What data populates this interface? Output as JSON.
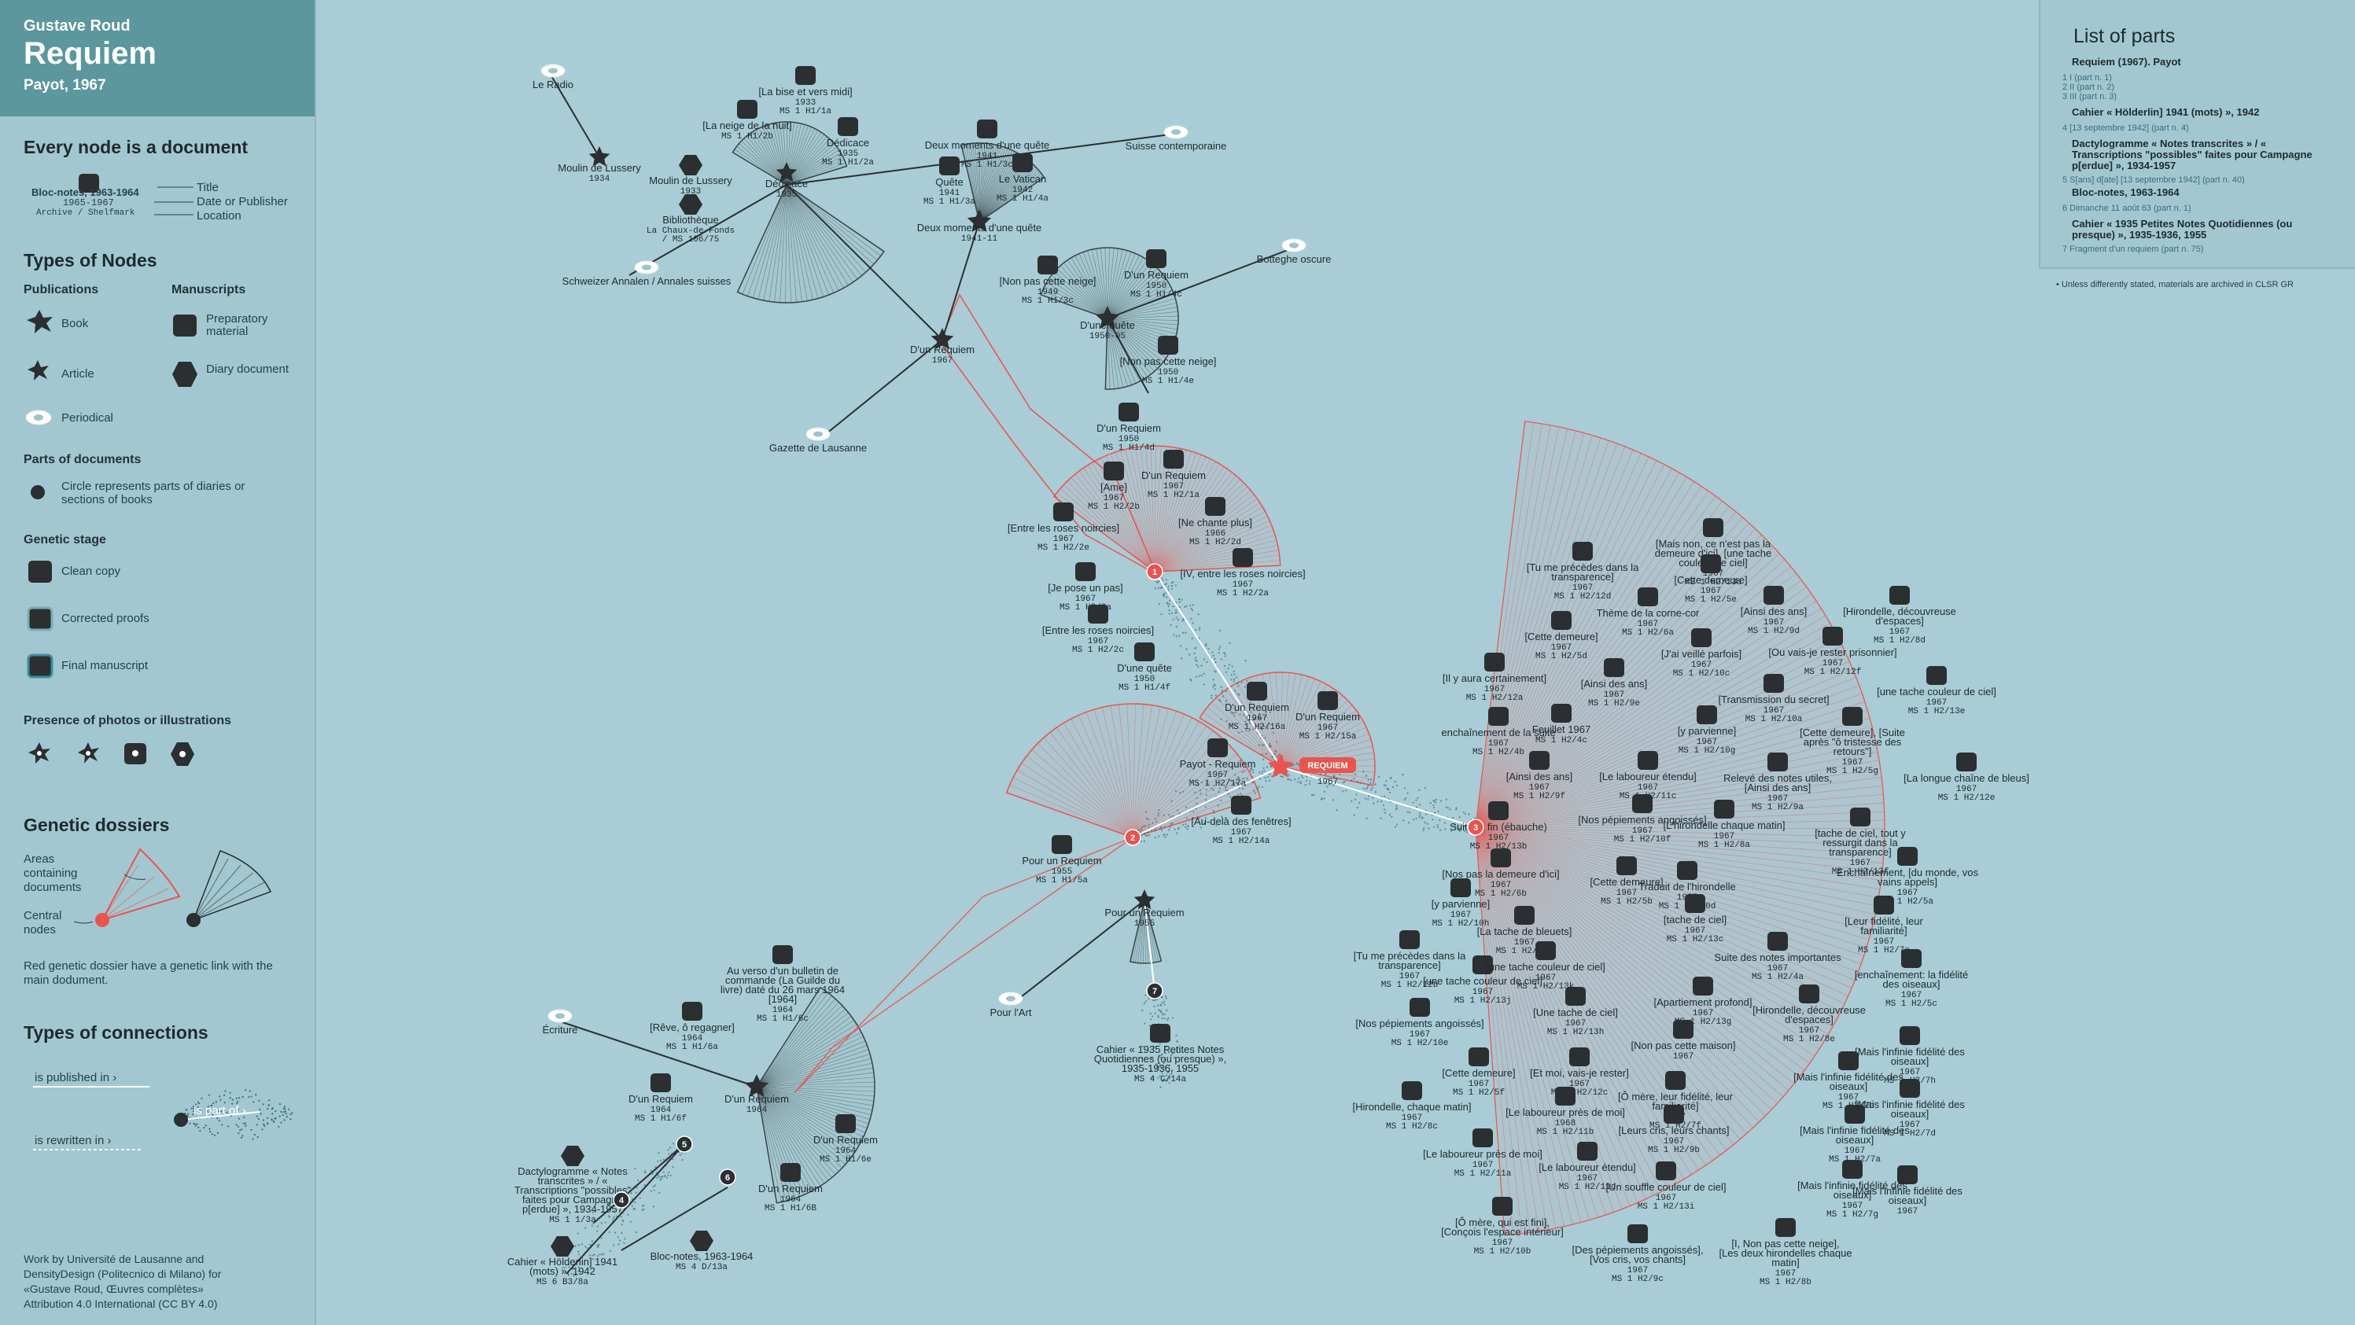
{
  "header": {
    "author": "Gustave Roud",
    "title": "Requiem",
    "publisher": "Payot, 1967"
  },
  "legend": {
    "node_heading": "Every node is a document",
    "sample": {
      "title": "Bloc-notes, 1963-1964",
      "date": "1965-1967",
      "location": "Archive / Shelfmark"
    },
    "node_keys": {
      "title": "Title",
      "date": "Date or Publisher",
      "location": "Location"
    },
    "types_heading": "Types of Nodes",
    "publications": "Publications",
    "manuscripts": "Manuscripts",
    "book": "Book",
    "article": "Article",
    "periodical": "Periodical",
    "preparatory": "Preparatory material",
    "diary": "Diary document",
    "parts_heading": "Parts of documents",
    "parts_desc": "Circle represents parts of diaries or sections of books",
    "genetic_heading": "Genetic stage",
    "clean": "Clean copy",
    "corrected": "Corrected proofs",
    "final": "Final manuscript",
    "photos_heading": "Presence of photos or illustrations",
    "dossiers_heading": "Genetic dossiers",
    "areas": "Areas containing documents",
    "central": "Central nodes",
    "red_note": "Red genetic dossier have a genetic link with the main dodument.",
    "connections_heading": "Types of connections",
    "published_in": "is published in ›",
    "rewritten_in": "is rewritten in ›",
    "part_of": "is part of ›",
    "credit": [
      "Work by Université de Lausanne and",
      "DensityDesign (Politecnico di Milano) for",
      "«Gustave Roud, Œuvres complètes»",
      "Attribution 4.0 International (CC BY 4.0)"
    ]
  },
  "parts": {
    "heading": "List of parts",
    "groups": [
      {
        "title": "Requiem (1967). Payot",
        "lines": [
          "1  I (part n. 1)",
          "2  II (part n. 2)",
          "3  III (part n. 3)"
        ]
      },
      {
        "title": "Cahier « Hölderlin] 1941 (mots) », 1942",
        "lines": [
          "4  [13 septembre 1942] (part n. 4)"
        ]
      },
      {
        "title": "Dactylogramme « Notes transcrites » / « Transcriptions \"possibles\" faites pour Campagne p[erdue] », 1934-1957",
        "lines": [
          "5  S[ans] d[ate] [13 septembre 1942] (part n. 40)"
        ]
      },
      {
        "title": "Bloc-notes, 1963-1964",
        "lines": [
          "6  Dimanche 11 août 63 (part n. 1)"
        ]
      },
      {
        "title": "Cahier « 1935 Petites Notes Quotidiennes (ou presque) », 1935-1936, 1955",
        "lines": [
          "7  Fragment d'un requiem (part n. 75)"
        ]
      }
    ],
    "note": "•   Unless differently stated, materials are archived in CLSR GR"
  },
  "colors": {
    "bg": "#a9ccd6",
    "sidebar": "#a2c7d1",
    "title_bg": "#5b979d",
    "accent": "#e8554e",
    "node": "#2b2f31",
    "fan": "#3a4448"
  },
  "diagram": {
    "clusters": [
      {
        "label": "Moulin de Lussery",
        "date": "1934",
        "kind": "book-star"
      },
      {
        "label": "Dédicace",
        "date": "1935",
        "kind": "book-star"
      },
      {
        "label": "Deux moments d'une quête",
        "date": "1941-11",
        "kind": "book-star"
      },
      {
        "label": "D'une quête",
        "date": "1950-05",
        "kind": "book-star"
      },
      {
        "label": "D'un Requiem",
        "date": "1967",
        "kind": "book-star"
      },
      {
        "label": "REQUIEM",
        "date": "1967",
        "kind": "main"
      },
      {
        "label": "Pour un Requiem",
        "date": "1955",
        "kind": "book-star"
      },
      {
        "label": "D'un Requiem",
        "date": "1964",
        "kind": "book-star"
      }
    ],
    "periodicals": [
      "Le Radio",
      "Suisse contemporaine",
      "Botteghe oscure",
      "Schweizer Annalen / Annales suisses",
      "Gazette de Lausanne",
      "Pour l'Art",
      "Écriture"
    ],
    "docs": [
      {
        "t": "[La bise et vers midi]",
        "d": "1933",
        "m": "MS 1 H1/1a"
      },
      {
        "t": "[La neige de la nuit]",
        "d": "",
        "m": "MS 1 H1/2b"
      },
      {
        "t": "Dédicace",
        "d": "1935",
        "m": "MS 1 H1/2a"
      },
      {
        "t": "Moulin de Lussery",
        "d": "1933",
        "m": ""
      },
      {
        "t": "Bibliothèque",
        "d": "La Chaux-de-Fonds",
        "m": "/ MS 106/75"
      },
      {
        "t": "Deux moments d'une quête",
        "d": "1941",
        "m": "MS 1 H1/3c"
      },
      {
        "t": "Quête",
        "d": "1941",
        "m": "MS 1 H1/3a"
      },
      {
        "t": "Le Vatican",
        "d": "1942",
        "m": "MS 1 H1/4a"
      },
      {
        "t": "[Non pas cette neige]",
        "d": "1949",
        "m": "MS 1 H1/3c"
      },
      {
        "t": "D'un Requiem",
        "d": "1950",
        "m": "MS 1 H1/4c"
      },
      {
        "t": "[Non pas cette neige]",
        "d": "1950",
        "m": "MS 1 H1/4e"
      },
      {
        "t": "D'un Requiem",
        "d": "1950",
        "m": "MS 1 H1/4d"
      },
      {
        "t": "D'un Requiem",
        "d": "1967",
        "m": "MS 1 H2/1a"
      },
      {
        "t": "[Ame]",
        "d": "1967",
        "m": "MS 1 H2/2b"
      },
      {
        "t": "[Ne chante plus]",
        "d": "1966",
        "m": "MS 1 H2/2d"
      },
      {
        "t": "[Entre les roses noircies]",
        "d": "1967",
        "m": "MS 1 H2/2e"
      },
      {
        "t": "[IV, entre les roses noircies]",
        "d": "1967",
        "m": "MS 1 H2/2a"
      },
      {
        "t": "[Je pose un pas]",
        "d": "1967",
        "m": "MS 1 H2/3a"
      },
      {
        "t": "[Entre les roses noircies]",
        "d": "1967",
        "m": "MS 1 H2/2c"
      },
      {
        "t": "D'une quête",
        "d": "1950",
        "m": "MS 1 H1/4f"
      },
      {
        "t": "D'un Requiem",
        "d": "1967",
        "m": "MS 1 H2/16a"
      },
      {
        "t": "D'un Requiem",
        "d": "1967",
        "m": "MS 1 H2/15a"
      },
      {
        "t": "Payot - Requiem",
        "d": "1967",
        "m": "MS 1 H2/17a"
      },
      {
        "t": "[Au-delà des fenêtres]",
        "d": "1967",
        "m": "MS 1 H2/14a"
      },
      {
        "t": "Pour un Requiem",
        "d": "1955",
        "m": "MS 1 H1/5a"
      },
      {
        "t": "Cahier « 1935 Petites Notes Quotidiennes (ou presque) », 1935-1936, 1955",
        "d": "",
        "m": "MS 4 C/14a"
      },
      {
        "t": "Au verso d'un bulletin de commande (La Guilde du livre) daté du 26 mars 1964 [1964]",
        "d": "1964",
        "m": "MS 1 H1/6c"
      },
      {
        "t": "[Rêve, ô regagner]",
        "d": "1964",
        "m": "MS 1 H1/6a"
      },
      {
        "t": "D'un Requiem",
        "d": "1964",
        "m": "MS 1 H1/6f"
      },
      {
        "t": "D'un Requiem",
        "d": "1964",
        "m": "MS 1 H1/6e"
      },
      {
        "t": "D'un Requiem",
        "d": "1964",
        "m": "MS 1 H1/6B"
      },
      {
        "t": "Dactylogramme « Notes transcrites » / « Transcriptions \"possibles\" faites pour Campagne p[erdue] », 1934-1957",
        "d": "",
        "m": "MS 1 1/3a"
      },
      {
        "t": "Cahier « Hölderlin] 1941 (mots) », 1942",
        "d": "",
        "m": "MS 6 B3/8a"
      },
      {
        "t": "Bloc-notes, 1963-1964",
        "d": "",
        "m": "MS 4 D/13a"
      },
      {
        "t": "[Mais non, ce n'est pas la demeure d'ici], [une tache couleur de ciel]",
        "d": "1967",
        "m": "MS 1 H2/13a"
      },
      {
        "t": "[Tu me précèdes dans la transparence]",
        "d": "1967",
        "m": "MS 1 H2/12d"
      },
      {
        "t": "[Cette demeure]",
        "d": "1967",
        "m": "MS 1 H2/5e"
      },
      {
        "t": "Thème de la corne-cor",
        "d": "1967",
        "m": "MS 1 H2/6a"
      },
      {
        "t": "[Ainsi des ans]",
        "d": "1967",
        "m": "MS 1 H2/9d"
      },
      {
        "t": "[Hirondelle, découvreuse d'espaces]",
        "d": "1967",
        "m": "MS 1 H2/8d"
      },
      {
        "t": "[Cette demeure]",
        "d": "1967",
        "m": "MS 1 H2/5d"
      },
      {
        "t": "[J'ai veillé parfois]",
        "d": "1967",
        "m": "MS 1 H2/10c"
      },
      {
        "t": "[Ou vais-je rester prisonnier]",
        "d": "1967",
        "m": "MS 1 H2/12f"
      },
      {
        "t": "[Il y aura certainement]",
        "d": "1967",
        "m": "MS 1 H2/12a"
      },
      {
        "t": "[Ainsi des ans]",
        "d": "1967",
        "m": "MS 1 H2/9e"
      },
      {
        "t": "[Transmission du secret]",
        "d": "1967",
        "m": "MS 1 H2/10a"
      },
      {
        "t": "[une tache couleur de ciel]",
        "d": "1967",
        "m": "MS 1 H2/13e"
      },
      {
        "t": "enchaînement de la suite",
        "d": "1967",
        "m": "MS 1 H2/4b"
      },
      {
        "t": "Feuillet 1967",
        "d": "",
        "m": "MS 1 H2/4c"
      },
      {
        "t": "[y parvienne]",
        "d": "1967",
        "m": "MS 1 H2/10g"
      },
      {
        "t": "[Cette demeure], [Suite après \"ô tristesse des retours\"]",
        "d": "1967",
        "m": "MS 1 H2/5g"
      },
      {
        "t": "[Ainsi des ans]",
        "d": "1967",
        "m": "MS 1 H2/9f"
      },
      {
        "t": "[Le laboureur étendu]",
        "d": "1967",
        "m": "MS 1 H2/11c"
      },
      {
        "t": "Relevé des notes utiles, [Ainsi des ans]",
        "d": "1967",
        "m": "MS 1 H2/9a"
      },
      {
        "t": "[La longue chaîne de bleus]",
        "d": "1967",
        "m": "MS 1 H2/12e"
      },
      {
        "t": "Suite et fin (ébauche)",
        "d": "1967",
        "m": "MS 1 H2/13b"
      },
      {
        "t": "[Nos pépiements angoissés]",
        "d": "1967",
        "m": "MS 1 H2/10f"
      },
      {
        "t": "[L'hirondelle chaque matin]",
        "d": "1967",
        "m": "MS 1 H2/8a"
      },
      {
        "t": "[tache de ciel, tout y ressurgit dans la transparence]",
        "d": "1967",
        "m": "MS 1 H2/13f"
      },
      {
        "t": "[Nos pas la demeure d'ici]",
        "d": "1967",
        "m": "MS 1 H2/6b"
      },
      {
        "t": "[Cette demeure]",
        "d": "1967",
        "m": "MS 1 H2/5b"
      },
      {
        "t": "Traduit de l'hirondelle",
        "d": "1967",
        "m": "MS 1 H2/10d"
      },
      {
        "t": "Enchaînement, [du monde, vos vains appels]",
        "d": "1967",
        "m": "MS 1 H2/5a"
      },
      {
        "t": "[y parvienne]",
        "d": "1967",
        "m": "MS 1 H2/10h"
      },
      {
        "t": "[tache de ciel]",
        "d": "1967",
        "m": "MS 1 H2/13c"
      },
      {
        "t": "[Leur fidélité, leur familiarité]",
        "d": "1967",
        "m": "MS 1 H2/7e"
      },
      {
        "t": "[La tache de bleuets]",
        "d": "1967",
        "m": "MS 1 H2/13d"
      },
      {
        "t": "[Tu me précèdes dans la transparence]",
        "d": "1967",
        "m": "MS 1 H2/12b"
      },
      {
        "t": "[une tache couleur de ciel]",
        "d": "1967",
        "m": "MS 1 H2/13j"
      },
      {
        "t": "[une tache couleur de ciel]",
        "d": "1967",
        "m": "MS 1 H2/13k"
      },
      {
        "t": "Suite des notes importantes",
        "d": "1967",
        "m": "MS 1 H2/4a"
      },
      {
        "t": "[enchaînement: la fidélité des oiseaux]",
        "d": "1967",
        "m": "MS 1 H2/5c"
      },
      {
        "t": "[Une tache de ciel]",
        "d": "1967",
        "m": "MS 1 H2/13h"
      },
      {
        "t": "[Apartiement profond]",
        "d": "1967",
        "m": "MS 1 H2/13g"
      },
      {
        "t": "[Hirondelle, découvreuse d'espaces]",
        "d": "1967",
        "m": "MS 1 H2/8e"
      },
      {
        "t": "[Nos pépiements angoissés]",
        "d": "1967",
        "m": "MS 1 H2/10e"
      },
      {
        "t": "[Non pas cette maison]",
        "d": "1967",
        "m": ""
      },
      {
        "t": "[Mais l'infinie fidélité des oiseaux]",
        "d": "1967",
        "m": "MS 1 H2/7h"
      },
      {
        "t": "[Cette demeure]",
        "d": "1967",
        "m": "MS 1 H2/5f"
      },
      {
        "t": "[Et moi, vais-je rester]",
        "d": "1967",
        "m": "MS 1 H2/12c"
      },
      {
        "t": "[Mais l'infinie fidélité des oiseaux]",
        "d": "1967",
        "m": "MS 1 H2/7b"
      },
      {
        "t": "[Ô mère, leur fidélité, leur familiarité]",
        "d": "1967",
        "m": "MS 1 H2/7f"
      },
      {
        "t": "[Mais l'infinie fidélité des oiseaux]",
        "d": "1967",
        "m": "MS 1 H2/7d"
      },
      {
        "t": "[Hirondelle, chaque matin]",
        "d": "1967",
        "m": "MS 1 H2/8c"
      },
      {
        "t": "[Le laboureur près de moi]",
        "d": "1968",
        "m": "MS 1 H2/11b"
      },
      {
        "t": "[Leurs cris, leurs chants]",
        "d": "1967",
        "m": "MS 1 H2/9b"
      },
      {
        "t": "[Mais l'infinie fidélité des oiseaux]",
        "d": "1967",
        "m": "MS 1 H2/7a"
      },
      {
        "t": "[Le laboureur près de moi]",
        "d": "1967",
        "m": "MS 1 H2/11a"
      },
      {
        "t": "[Le laboureur étendu]",
        "d": "1967",
        "m": "MS 1 H2/11d"
      },
      {
        "t": "[Un souffle couleur de ciel]",
        "d": "1967",
        "m": "MS 1 H2/13i"
      },
      {
        "t": "[Mais l'infinie fidélité des oiseaux]",
        "d": "1967",
        "m": "MS 1 H2/7g"
      },
      {
        "t": "[Mais l'infinie fidélité des oiseaux]",
        "d": "1967",
        "m": ""
      },
      {
        "t": "[Ô mère, qui est fini], [Conçois l'espace intérieur]",
        "d": "1967",
        "m": "MS 1 H2/10b"
      },
      {
        "t": "[Des pépiements angoissés], [Vos cris, vos chants]",
        "d": "1967",
        "m": "MS 1 H2/9c"
      },
      {
        "t": "[I, Non pas cette neige], [Les deux hirondelles chaque matin]",
        "d": "1967",
        "m": "MS 1 H2/8b"
      }
    ],
    "part_numbers": [
      "1",
      "2",
      "3",
      "4",
      "5",
      "6",
      "7"
    ]
  }
}
